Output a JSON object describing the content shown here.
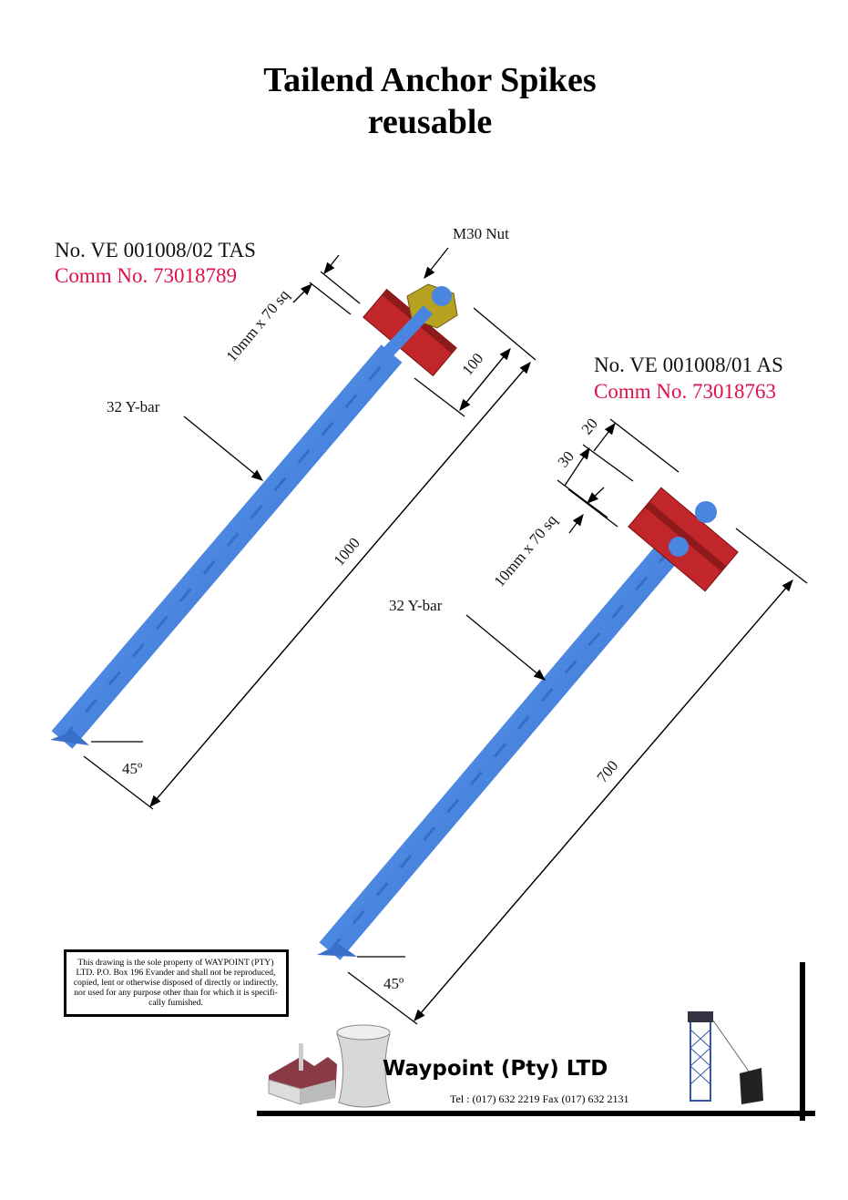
{
  "title": {
    "line1": "Tailend Anchor Spikes",
    "line2": "reusable"
  },
  "left_spike": {
    "part_no": "No. VE 001008/02  TAS",
    "comm_no": "Comm No. 73018789",
    "nut_label": "M30 Nut",
    "plate_label": "10mm x 70 sq",
    "bar_label": "32 Y-bar",
    "dim_length": "1000",
    "dim_top": "100",
    "angle": "45º"
  },
  "right_spike": {
    "part_no": "No. VE 001008/01 AS",
    "comm_no": "Comm No. 73018763",
    "plate_label": "10mm x 70 sq",
    "bar_label": "32 Y-bar",
    "dim_length": "700",
    "dim_a": "20",
    "dim_b": "30",
    "angle": "45º"
  },
  "disclaimer": [
    "This  drawing is the sole property of WAYPOINT (PTY)",
    "LTD. P.O. Box 196 Evander and shall not be reproduced,",
    "copied, lent or otherwise disposed of directly or indirectly,",
    "nor used for any purpose other than for which it is specifi-",
    "cally furnished."
  ],
  "footer": {
    "company": "Waypoint (Pty) LTD",
    "contact": "Tel : (017) 632 2219   Fax (017) 632 2131"
  },
  "colors": {
    "bar": "#4a86e0",
    "plate": "#c0262a",
    "nut": "#b8a020",
    "comm": "#e0104a"
  }
}
